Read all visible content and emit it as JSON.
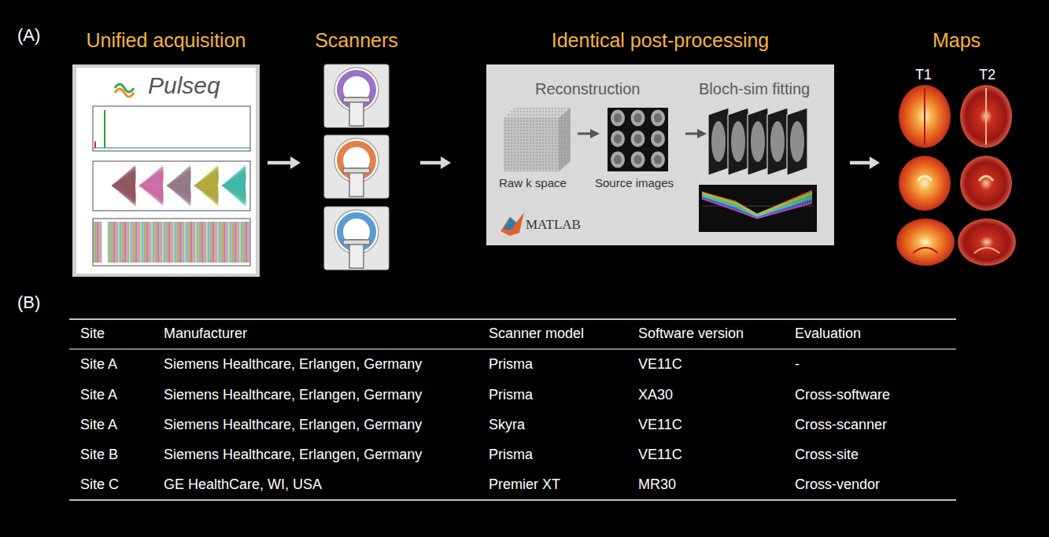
{
  "diagram": {
    "nodes": [
      {
        "text": [
          "Unified acquisition",
          "Pulseq"
        ]
      },
      {
        "text": [
          "Scanners"
        ]
      },
      {
        "text": [
          "Identical post-processing"
        ]
      },
      {
        "text": [
          "Maps"
        ]
      }
    ],
    "edges": [
      {
        "from": 0,
        "to": 1,
        "arrow": "to"
      },
      {
        "from": 1,
        "to": 2,
        "arrow": "to"
      },
      {
        "from": 2,
        "to": 3,
        "arrow": "to"
      }
    ],
    "labels": [
      "(A)",
      "Reconstruction",
      "Bloch-sim fitting",
      "Raw k space",
      "Source images",
      "MATLAB",
      "T1",
      "T2",
      "(B)",
      "Site",
      "Manufacturer",
      "Scanner model",
      "Software version",
      "Evaluation",
      "Site A",
      "Siemens Healthcare, Erlangen, Germany",
      "Prisma",
      "VE11C",
      "-",
      "Site A",
      "Siemens Healthcare, Erlangen, Germany",
      "Prisma",
      "XA30",
      "Cross-software",
      "Site A",
      "Siemens Healthcare, Erlangen, Germany",
      "Skyra",
      "VE11C",
      "Cross-scanner",
      "Site B",
      "Siemens Healthcare, Erlangen, Germany",
      "Prisma",
      "VE11C",
      "Cross-site",
      "Site C",
      "GE HealthCare, WI, USA",
      "Premier XT",
      "MR30",
      "Cross-vendor"
    ]
  }
}
